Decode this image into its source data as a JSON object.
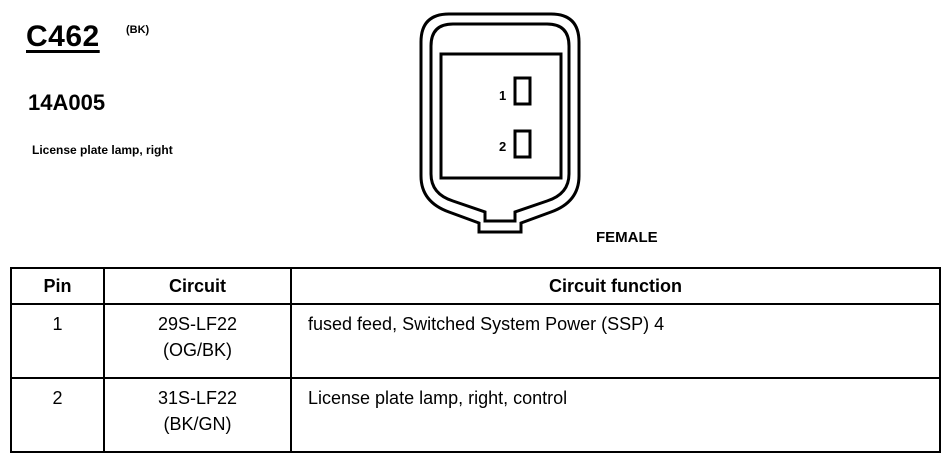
{
  "connector": {
    "id": "C462",
    "color": "(BK)",
    "part_number": "14A005",
    "description": "License plate lamp, right",
    "gender": "FEMALE",
    "pin_labels": [
      "1",
      "2"
    ]
  },
  "table": {
    "headers": {
      "pin": "Pin",
      "circuit": "Circuit",
      "function": "Circuit function"
    },
    "rows": [
      {
        "pin": "1",
        "circuit": "29S-LF22",
        "wire_color": "(OG/BK)",
        "function": "fused feed, Switched System Power (SSP) 4"
      },
      {
        "pin": "2",
        "circuit": "31S-LF22",
        "wire_color": "(BK/GN)",
        "function": "License plate lamp, right, control"
      }
    ]
  }
}
